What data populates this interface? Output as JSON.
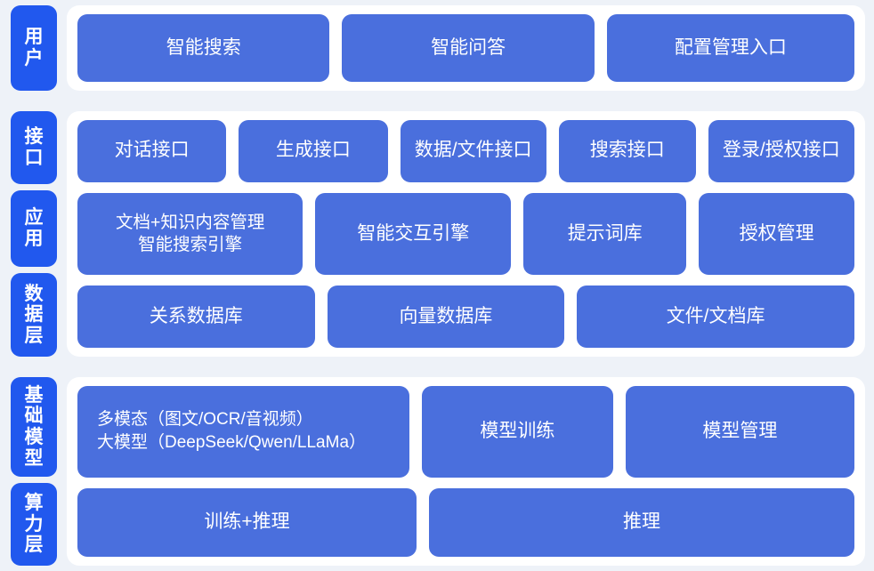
{
  "colors": {
    "page_background": "#eef2f8",
    "panel_background": "#ffffff",
    "badge_blue": "#2158ee",
    "card_blue": "#4a6fdd",
    "card_text": "#ffffff"
  },
  "sections": {
    "user": {
      "badge": "用\n户",
      "cards": [
        "智能搜索",
        "智能问答",
        "配置管理入口"
      ]
    },
    "middle": {
      "badges": {
        "interface": "接\n口",
        "application": "应\n用",
        "data": "数\n据\n层"
      },
      "interface_row": [
        "对话接口",
        "生成接口",
        "数据/文件接口",
        "搜索接口",
        "登录/授权接口"
      ],
      "application_row": [
        "文档+知识内容管理\n智能搜索引擎",
        "智能交互引擎",
        "提示词库",
        "授权管理"
      ],
      "data_row": [
        "关系数据库",
        "向量数据库",
        "文件/文档库"
      ]
    },
    "base": {
      "badges": {
        "model": "基\n础\n模\n型",
        "compute": "算\n力\n层"
      },
      "model_row": [
        "多模态（图文/OCR/音视频）\n大模型（DeepSeek/Qwen/LLaMa）",
        "模型训练",
        "模型管理"
      ],
      "compute_row": [
        "训练+推理",
        "推理"
      ]
    }
  }
}
